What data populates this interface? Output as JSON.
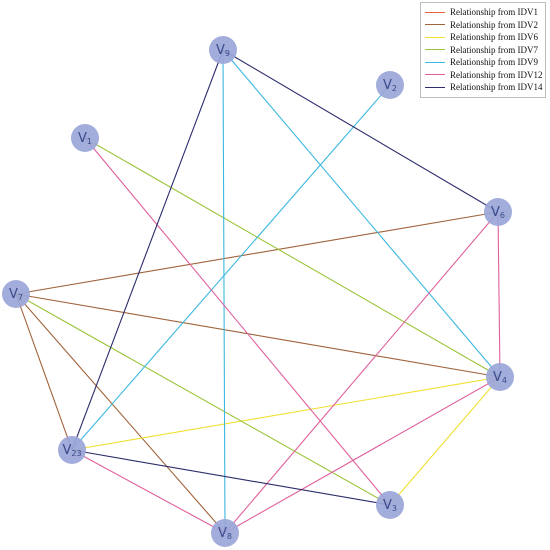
{
  "nodes": [
    {
      "id": "V9",
      "base": "V",
      "sub": "9"
    },
    {
      "id": "V2",
      "base": "V",
      "sub": "2"
    },
    {
      "id": "V1",
      "base": "V",
      "sub": "1"
    },
    {
      "id": "V6",
      "base": "V",
      "sub": "6"
    },
    {
      "id": "V7",
      "base": "V",
      "sub": "7"
    },
    {
      "id": "V4",
      "base": "V",
      "sub": "4"
    },
    {
      "id": "V23",
      "base": "V",
      "sub": "23"
    },
    {
      "id": "V3",
      "base": "V",
      "sub": "3"
    },
    {
      "id": "V8",
      "base": "V",
      "sub": "8"
    }
  ],
  "node_color": "#9aa6d8",
  "legend": [
    {
      "label": "Relationship from IDV1",
      "color": "#e8603c"
    },
    {
      "label": "Relationship from IDV2",
      "color": "#a0633a"
    },
    {
      "label": "Relationship from IDV6",
      "color": "#f0e030"
    },
    {
      "label": "Relationship from IDV7",
      "color": "#9cc43c"
    },
    {
      "label": "Relationship from IDV9",
      "color": "#3cb8e0"
    },
    {
      "label": "Relationship from IDV12",
      "color": "#e0609c"
    },
    {
      "label": "Relationship from IDV14",
      "color": "#2c2c6c"
    }
  ],
  "edges": [
    {
      "from": "V7",
      "to": "V6",
      "color": "#a0633a"
    },
    {
      "from": "V7",
      "to": "V4",
      "color": "#a0633a"
    },
    {
      "from": "V7",
      "to": "V23",
      "color": "#a0633a"
    },
    {
      "from": "V7",
      "to": "V8",
      "color": "#a0633a"
    },
    {
      "from": "V23",
      "to": "V4",
      "color": "#f0e030"
    },
    {
      "from": "V4",
      "to": "V3",
      "color": "#f0e030"
    },
    {
      "from": "V1",
      "to": "V4",
      "color": "#9cc43c"
    },
    {
      "from": "V7",
      "to": "V3",
      "color": "#9cc43c"
    },
    {
      "from": "V23",
      "to": "V2",
      "color": "#3cb8e0"
    },
    {
      "from": "V9",
      "to": "V4",
      "color": "#3cb8e0"
    },
    {
      "from": "V9",
      "to": "V8",
      "color": "#3cb8e0"
    },
    {
      "from": "V1",
      "to": "V3",
      "color": "#e0609c"
    },
    {
      "from": "V8",
      "to": "V6",
      "color": "#e0609c"
    },
    {
      "from": "V8",
      "to": "V4",
      "color": "#e0609c"
    },
    {
      "from": "V6",
      "to": "V4",
      "color": "#e0609c"
    },
    {
      "from": "V23",
      "to": "V8",
      "color": "#e0609c"
    },
    {
      "from": "V23",
      "to": "V9",
      "color": "#2c2c6c"
    },
    {
      "from": "V6",
      "to": "V9",
      "color": "#2c2c6c"
    },
    {
      "from": "V23",
      "to": "V3",
      "color": "#2c2c6c"
    }
  ]
}
